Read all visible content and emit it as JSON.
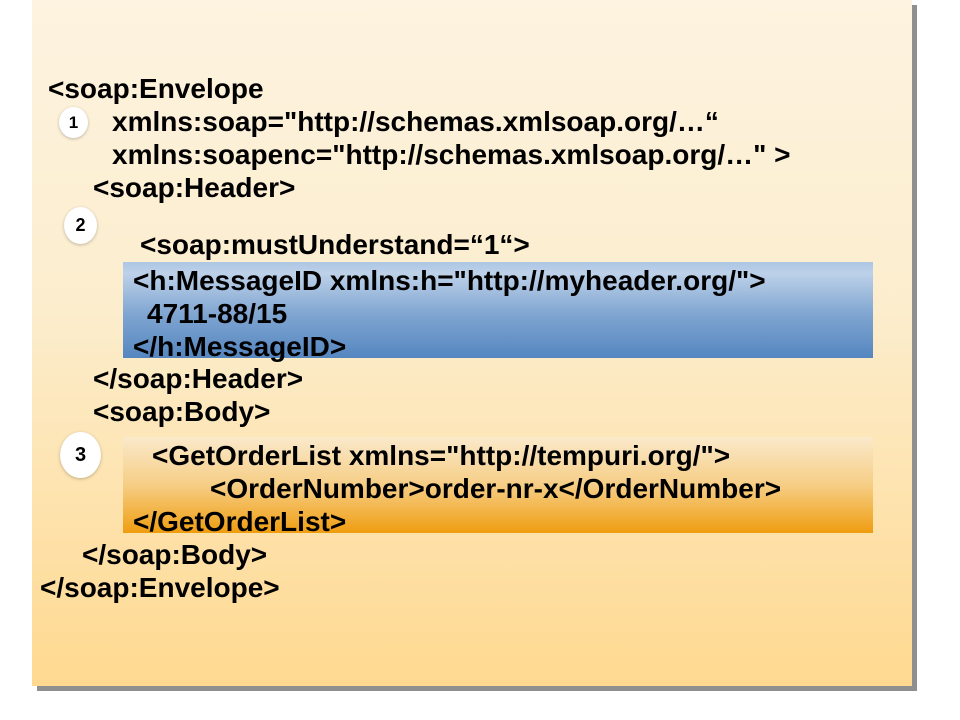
{
  "slide": {
    "background_top_color": "#FDF3E0",
    "background_bottom_color": "#FFD990",
    "shadow_color": "#8F8F8F"
  },
  "callouts": [
    {
      "label": "1"
    },
    {
      "label": "2"
    },
    {
      "label": "3"
    }
  ],
  "highlights": {
    "header_block": {
      "top_color": "#BDD1E9",
      "bottom_color": "#5586C0"
    },
    "body_block": {
      "top_color": "#FAE9CB",
      "bottom_color": "#EF9D10"
    }
  },
  "code": {
    "lines": [
      {
        "text": "<soap:Envelope"
      },
      {
        "text": "xmlns:soap=\"http://schemas.xmlsoap.org/…“"
      },
      {
        "text": "xmlns:soapenc=\"http://schemas.xmlsoap.org/…\" >"
      },
      {
        "text": "<soap:Header>"
      },
      {
        "text": "<soap:mustUnderstand=“1“>"
      },
      {
        "text": "<h:MessageID xmlns:h=\"http://myheader.org/\">"
      },
      {
        "text": "4711-88/15"
      },
      {
        "text": "</h:MessageID>"
      },
      {
        "text": "</soap:Header>"
      },
      {
        "text": "<soap:Body>"
      },
      {
        "text": "<GetOrderList xmlns=\"http://tempuri.org/\">"
      },
      {
        "text": "<OrderNumber>order-nr-x</OrderNumber>"
      },
      {
        "text": "</GetOrderList>"
      },
      {
        "text": "</soap:Body>"
      },
      {
        "text": "</soap:Envelope>"
      }
    ]
  }
}
